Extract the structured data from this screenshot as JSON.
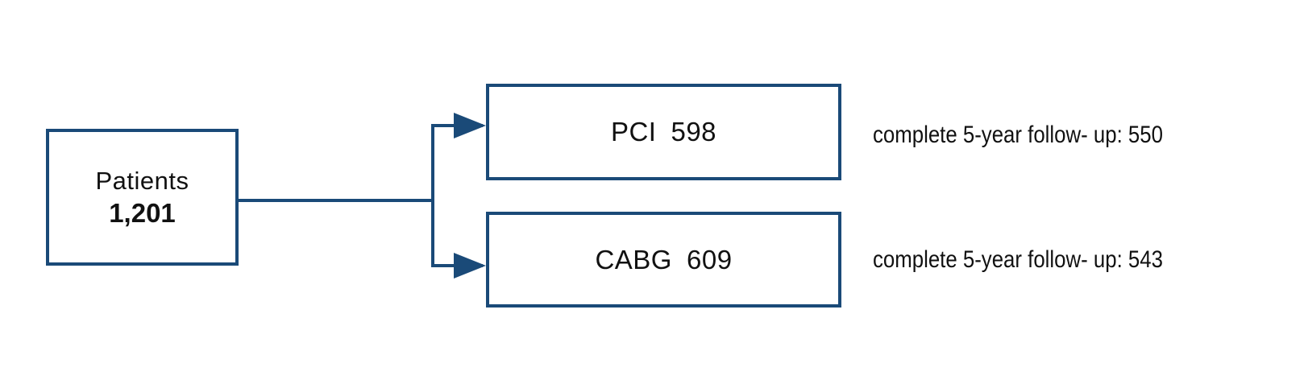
{
  "colors": {
    "box_border": "#1a4a78",
    "connector": "#1a4a78",
    "text": "#111111"
  },
  "patients": {
    "label": "Patients",
    "count": "1,201"
  },
  "arms": [
    {
      "name": "PCI",
      "count": "598",
      "followup": "complete 5-year follow- up: 550"
    },
    {
      "name": "CABG",
      "count": "609",
      "followup": "complete 5-year follow- up: 543"
    }
  ]
}
